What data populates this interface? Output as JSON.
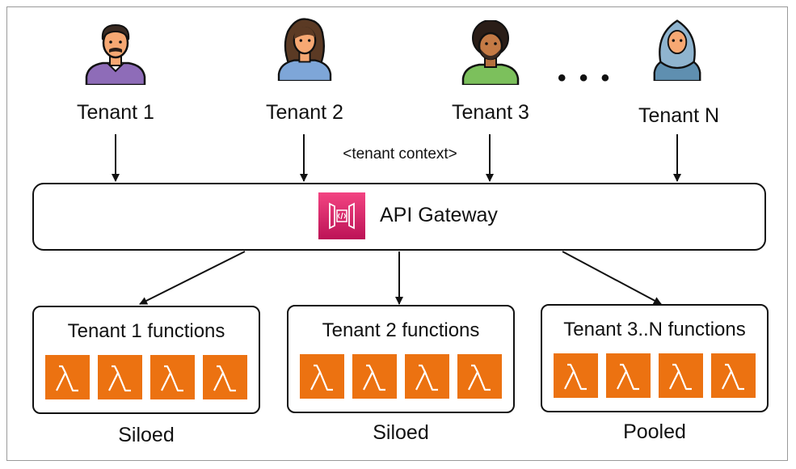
{
  "tenants": [
    {
      "label": "Tenant 1",
      "icon": "man-with-mustache-avatar-icon"
    },
    {
      "label": "Tenant 2",
      "icon": "woman-long-hair-avatar-icon"
    },
    {
      "label": "Tenant 3",
      "icon": "man-curly-hair-avatar-icon"
    },
    {
      "label": "Tenant N",
      "icon": "woman-hijab-avatar-icon"
    }
  ],
  "ellipsis": "• • •",
  "context_label": "<tenant context>",
  "gateway": {
    "label": "API Gateway",
    "icon": "api-gateway-icon"
  },
  "function_groups": [
    {
      "title": "Tenant 1 functions",
      "mode": "Siloed",
      "function_count": 4
    },
    {
      "title": "Tenant 2 functions",
      "mode": "Siloed",
      "function_count": 4
    },
    {
      "title": "Tenant 3..N functions",
      "mode": "Pooled",
      "function_count": 4
    }
  ],
  "colors": {
    "lambda": "#EC7211",
    "gateway_top": "#F34482",
    "gateway_bottom": "#BC1356",
    "shirt_purple": "#8E6CB8",
    "shirt_blue": "#7EA6D8",
    "shirt_green": "#7CC05C",
    "hijab_blue": "#8FB4CF",
    "skin": "#F6A873"
  }
}
